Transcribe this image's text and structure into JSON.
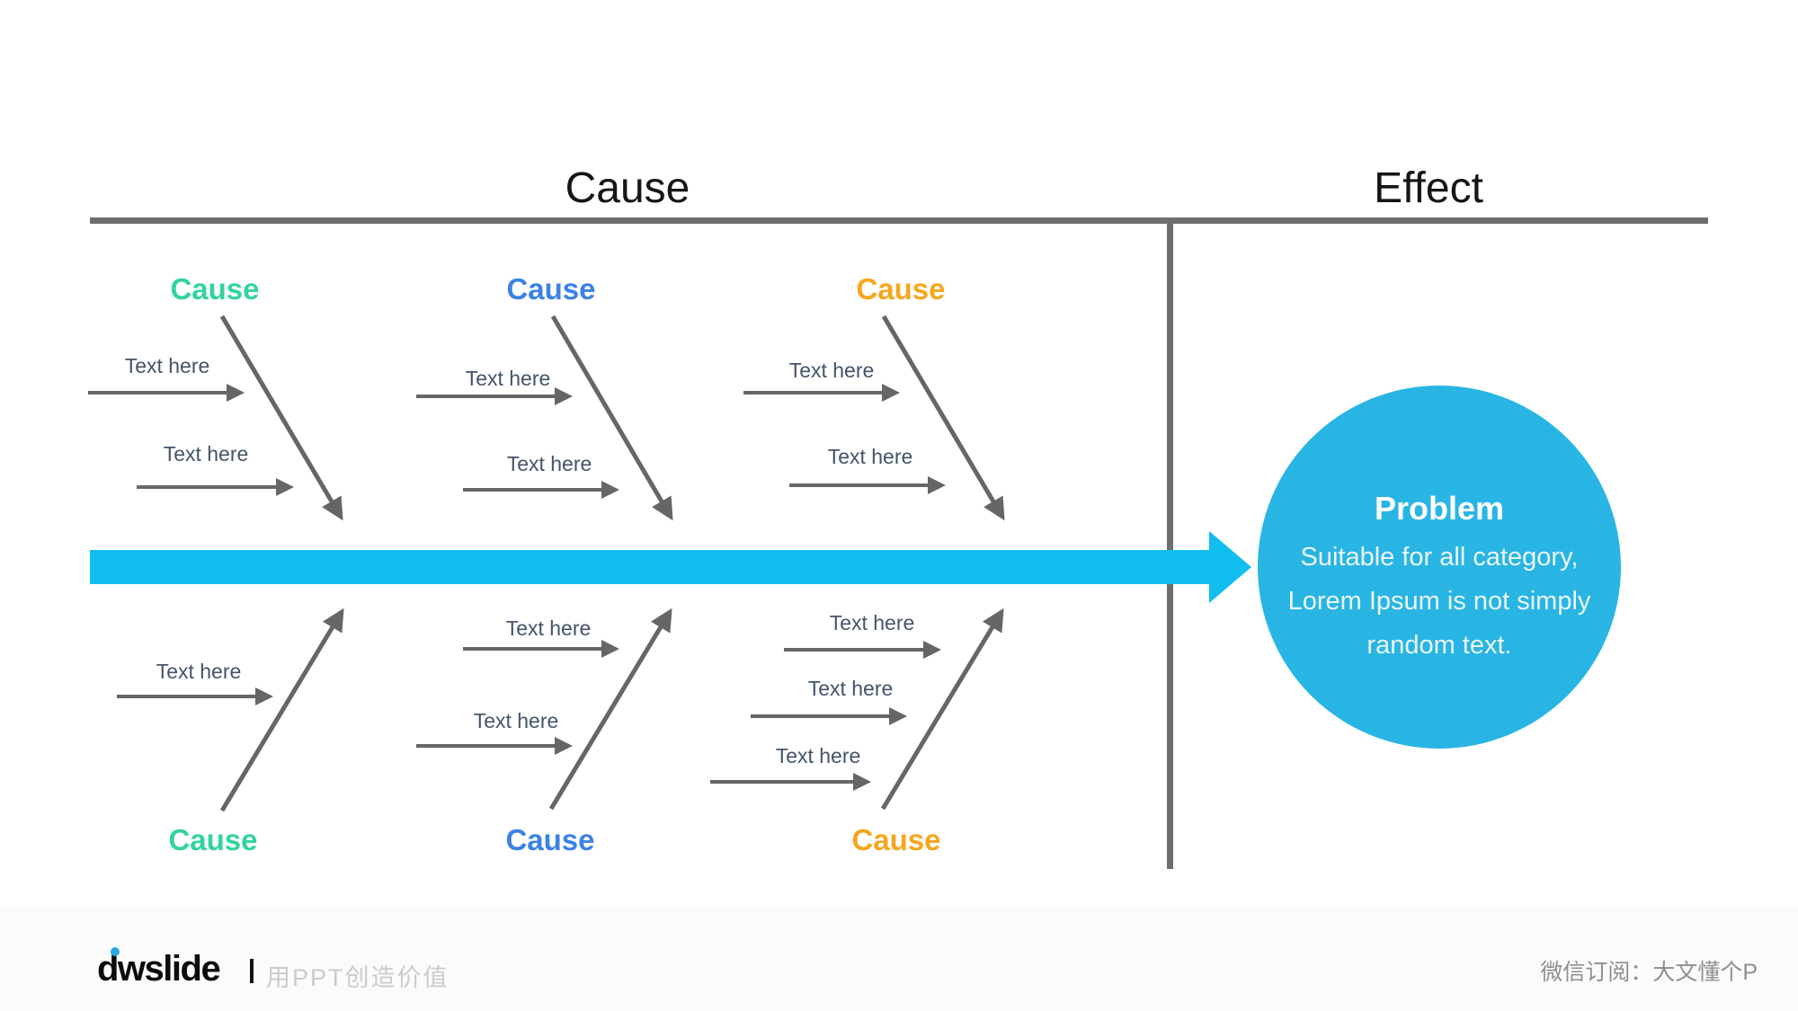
{
  "header": {
    "cause": "Cause",
    "effect": "Effect"
  },
  "branches": {
    "top": [
      {
        "label": "Cause",
        "color": "#32D3A0",
        "items": [
          "Text here",
          "Text here"
        ]
      },
      {
        "label": "Cause",
        "color": "#3B82E4",
        "items": [
          "Text here",
          "Text here"
        ]
      },
      {
        "label": "Cause",
        "color": "#F5A71E",
        "items": [
          "Text here",
          "Text here"
        ]
      }
    ],
    "bottom": [
      {
        "label": "Cause",
        "color": "#32D3A0",
        "items": [
          "Text here"
        ]
      },
      {
        "label": "Cause",
        "color": "#3B82E4",
        "items": [
          "Text here",
          "Text here"
        ]
      },
      {
        "label": "Cause",
        "color": "#F5A71E",
        "items": [
          "Text here",
          "Text here",
          "Text here"
        ]
      }
    ]
  },
  "problem": {
    "title": "Problem",
    "lines": [
      "Suitable for all category,",
      "Lorem Ipsum is not simply",
      "random text."
    ]
  },
  "colors": {
    "spine": "#12BDEF",
    "circle": "#29B5E3",
    "frame_gray": "#6E6E6E",
    "arrow_gray": "#666666",
    "item_text": "#44546A",
    "logo_dot": "#29A8E2"
  },
  "footer": {
    "logo": "dwslide",
    "tagline": "用PPT创造价值",
    "wechat": "微信订阅：大文懂个P"
  }
}
